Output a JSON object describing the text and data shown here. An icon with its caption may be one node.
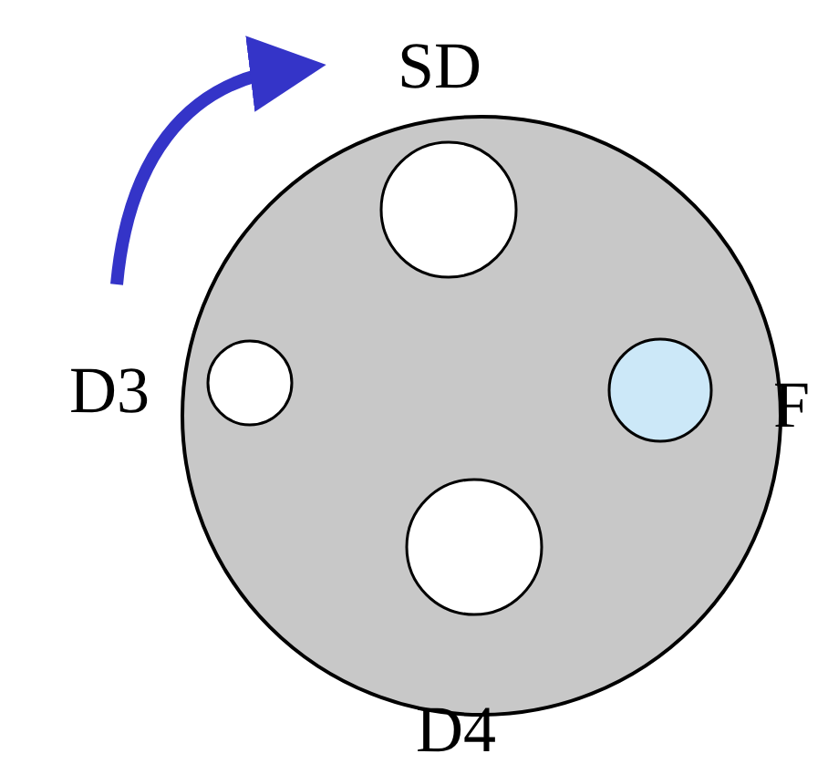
{
  "diagram": {
    "labels": [
      "SD",
      "D3",
      "F",
      "D4"
    ]
  }
}
